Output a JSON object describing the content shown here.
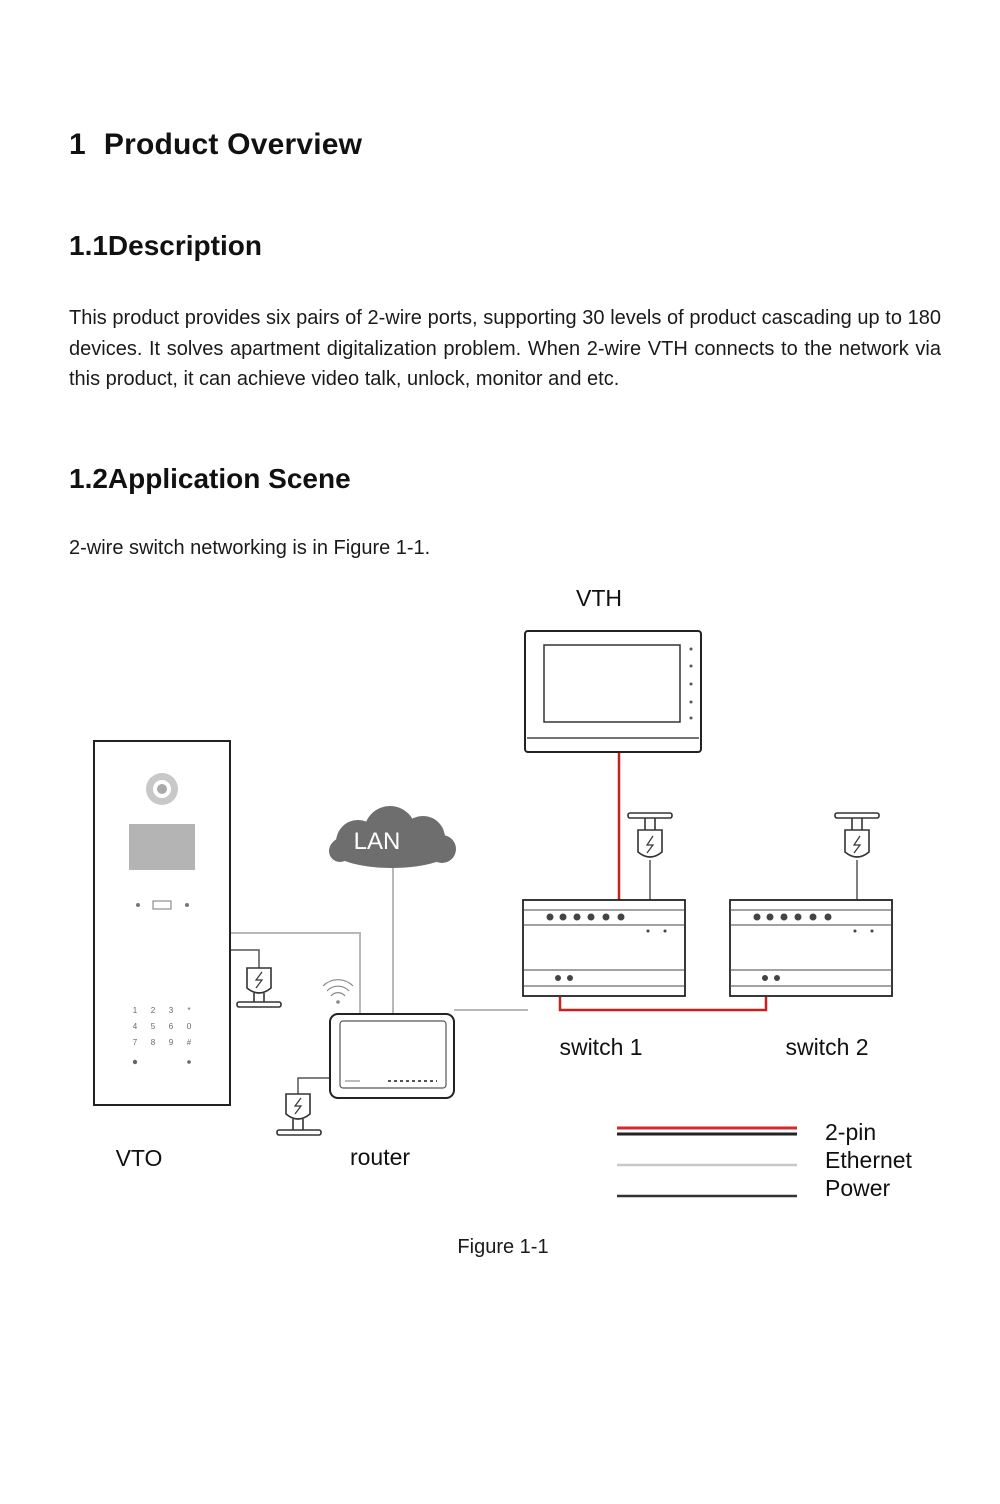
{
  "chapter": {
    "number": "1",
    "title": "Product Overview"
  },
  "sections": [
    {
      "title": "1.1Description"
    },
    {
      "title": "1.2Application Scene"
    }
  ],
  "description": "This product provides six pairs of 2-wire ports, supporting 30 levels of product cascading up to 180 devices. It solves apartment digitalization problem. When 2-wire VTH connects to the network via this product, it can achieve video talk, unlock, monitor and etc.",
  "intro": "2-wire switch networking is in Figure 1-1.",
  "figure": {
    "labels": {
      "vth": "VTH",
      "vto": "VTO",
      "lan": "LAN",
      "router": "router",
      "switch1": "switch 1",
      "switch2": "switch 2"
    },
    "keypad": [
      "1",
      "2",
      "3",
      "*",
      "4",
      "5",
      "6",
      "0",
      "7",
      "8",
      "9",
      "#"
    ],
    "legend": [
      {
        "label": "2-pin",
        "color": "#d42a2a"
      },
      {
        "label": "Ethernet",
        "color": "#c8c8c8"
      },
      {
        "label": "Power",
        "color": "#333333"
      }
    ],
    "caption": "Figure 1-1"
  }
}
